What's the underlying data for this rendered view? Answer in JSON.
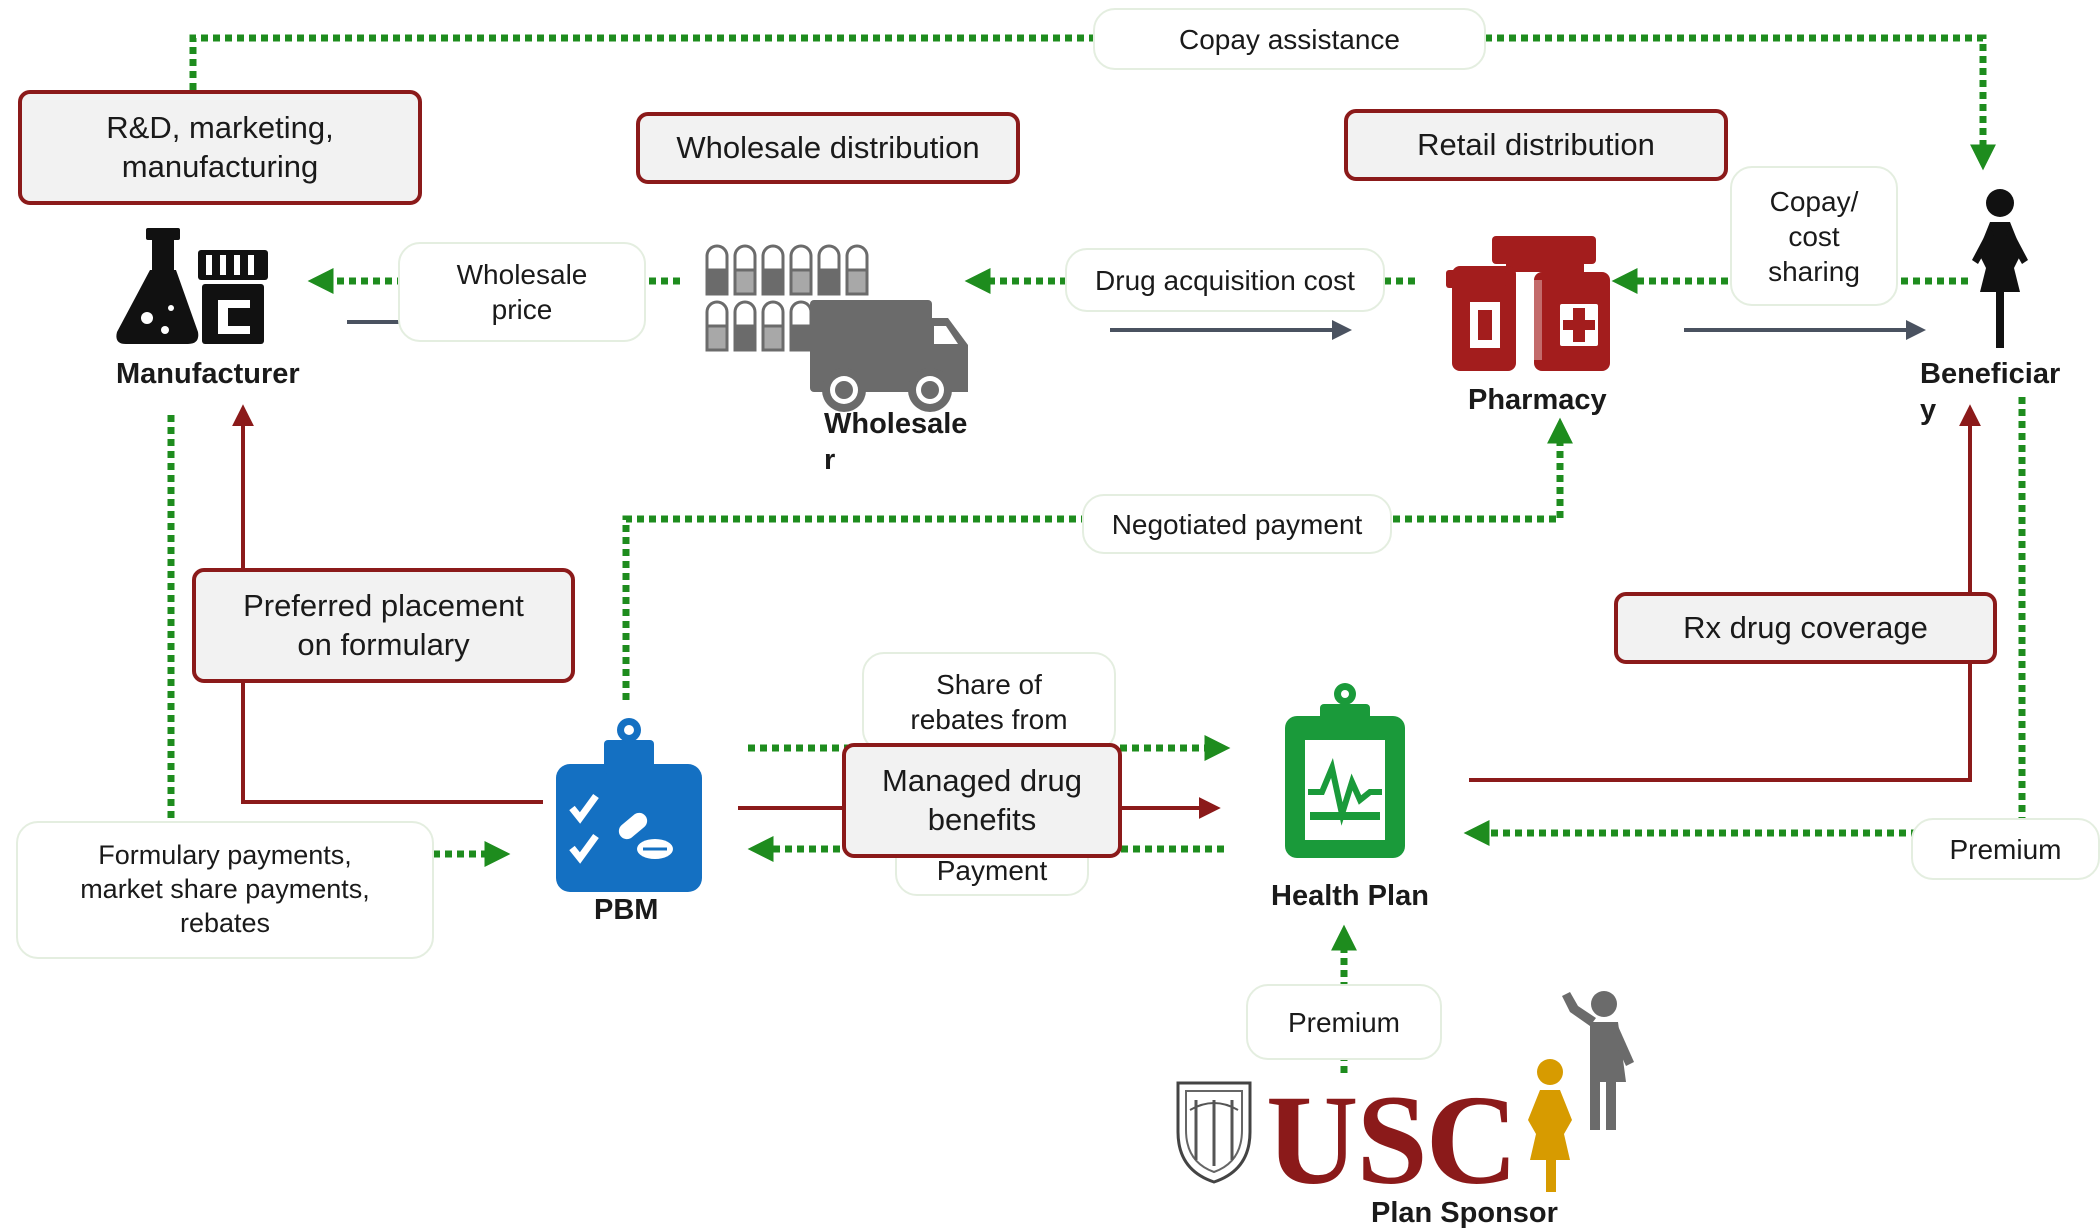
{
  "actors": {
    "manufacturer": "Manufacturer",
    "wholesaler": "Wholesale\nr",
    "pharmacy": "Pharmacy",
    "beneficiary": "Beneficiar\ny",
    "pbm": "PBM",
    "health_plan": "Health Plan",
    "plan_sponsor": "Plan Sponsor"
  },
  "roles": {
    "rd": "R&D, marketing,\nmanufacturing",
    "wholesale_distribution": "Wholesale distribution",
    "retail_distribution": "Retail distribution",
    "preferred_placement": "Preferred placement\non formulary",
    "rx_drug_coverage": "Rx drug coverage",
    "managed_drug_benefits": "Managed drug\nbenefits"
  },
  "flows": {
    "copay_assistance": "Copay assistance",
    "wholesale_price": "Wholesale\nprice",
    "drug_acquisition_cost": "Drug acquisition cost",
    "copay_cost_sharing": "Copay/\ncost\nsharing",
    "negotiated_payment": "Negotiated payment",
    "share_of_rebates": "Share of\nrebates from",
    "payment": "Payment",
    "premium_beneficiary": "Premium",
    "premium_sponsor": "Premium",
    "formulary_payments": "Formulary payments,\nmarket share payments,\nrebates"
  },
  "logo": {
    "usc": "USC"
  },
  "colors": {
    "money_flow": "#1e8c1e",
    "service_flow": "#8b1a1a",
    "product_flow": "#4a5260",
    "pbm_blue": "#1470c2",
    "health_plan_green": "#1a9a3a",
    "pharmacy_red": "#a31d1d",
    "sponsor_gold": "#d79b00",
    "icon_gray": "#6b6b6b"
  },
  "icons": [
    "lab-flask-icon",
    "pill-bottle-icon",
    "pills-icon",
    "delivery-truck-icon",
    "medicine-bottles-icon",
    "woman-icon",
    "clipboard-checklist-icon",
    "clipboard-heartbeat-icon",
    "usc-seal-icon",
    "man-waving-icon"
  ]
}
